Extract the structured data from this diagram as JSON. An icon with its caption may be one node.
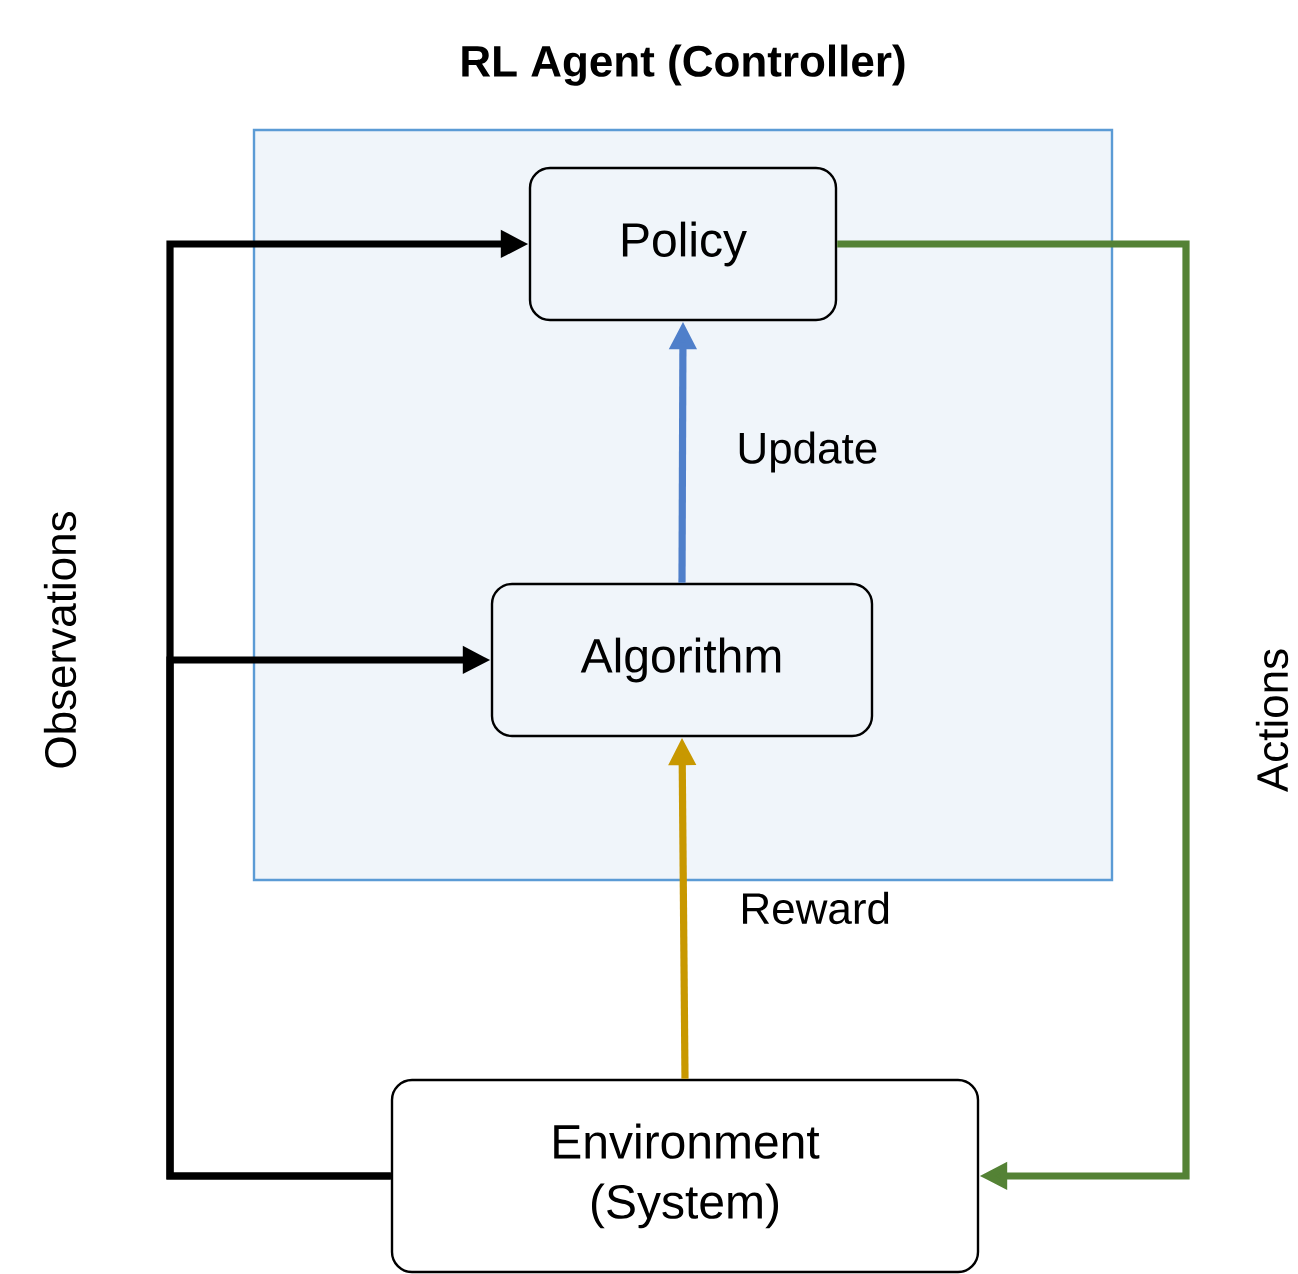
{
  "diagram": {
    "nodes": [
      {
        "text": [
          "RL Agent (Controller)"
        ]
      },
      {
        "text": [
          "Policy"
        ],
        "in": 0
      },
      {
        "text": [
          "Algorithm"
        ],
        "in": 0
      },
      {
        "text": [
          "Environment (System)"
        ]
      }
    ],
    "edges": [
      {
        "from": 3,
        "to": 1,
        "arrow": "to",
        "label": "Observations",
        "color": "#000000"
      },
      {
        "from": 3,
        "to": 2,
        "arrow": "to",
        "color": "#000000"
      },
      {
        "from": 2,
        "to": 1,
        "arrow": "to",
        "label": "Update",
        "color": "#4f7fca"
      },
      {
        "from": 3,
        "to": 2,
        "arrow": "to",
        "label": "Reward",
        "color": "#c89800"
      },
      {
        "from": 1,
        "to": 3,
        "arrow": "to",
        "label": "Actions",
        "color": "#548235"
      }
    ]
  }
}
